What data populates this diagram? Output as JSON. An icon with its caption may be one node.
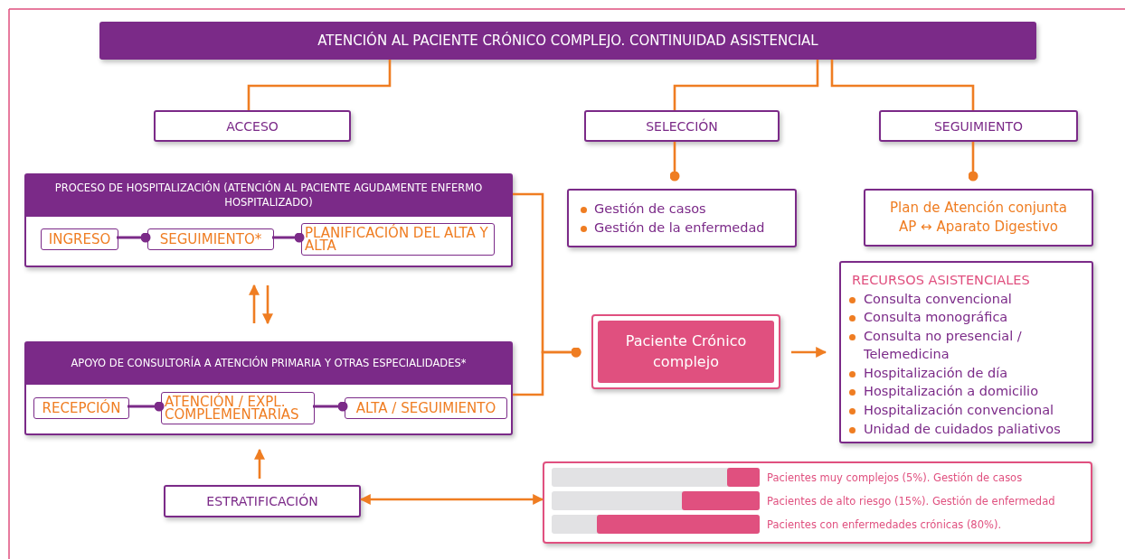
{
  "diagram": {
    "nodes": [
      {
        "text": [
          "ATENCIÓN AL PACIENTE CRÓNICO COMPLEJO. CONTINUIDAD ASISTENCIAL"
        ]
      },
      {
        "text": [
          "ACCESO"
        ]
      },
      {
        "text": [
          "SELECCIÓN"
        ]
      },
      {
        "text": [
          "SEGUIMIENTO"
        ]
      },
      {
        "text": [
          "PROCESO DE HOSPITALIZACIÓN (ATENCIÓN AL PACIENTE AGUDAMENTE ENFERMO HOSPITALIZADO)"
        ]
      },
      {
        "text": [
          "INGRESO"
        ],
        "in": 4
      },
      {
        "text": [
          "SEGUIMIENTO*"
        ],
        "in": 4
      },
      {
        "text": [
          "PLANIFICACIÓN DEL ALTA Y ALTA"
        ],
        "in": 4
      },
      {
        "text": [
          "APOYO DE CONSULTORÍA A ATENCIÓN PRIMARIA Y OTRAS ESPECIALIDADES*"
        ]
      },
      {
        "text": [
          "RECEPCIÓN"
        ],
        "in": 8
      },
      {
        "text": [
          "ATENCIÓN / EXPL. COMPLEMENTARIAS"
        ],
        "in": 8
      },
      {
        "text": [
          "ALTA / SEGUIMIENTO"
        ],
        "in": 8
      },
      {
        "text": [
          "Gestión de casos",
          "Gestión de la enfermedad"
        ]
      },
      {
        "text": [
          "Plan de Atención conjunta AP ↔ Aparato Digestivo"
        ]
      },
      {
        "text": [
          "Paciente Crónico complejo"
        ]
      },
      {
        "text": [
          "RECURSOS ASISTENCIALES",
          "Consulta convencional",
          "Consulta monográfica",
          "Consulta no presencial / Telemedicina",
          "Hospitalización de día",
          "Hospitalización a domicilio",
          "Hospitalización convencional",
          "Unidad de cuidados paliativos"
        ]
      },
      {
        "text": [
          "ESTRATIFICACIÓN"
        ]
      },
      {
        "text": [
          "Pacientes muy complejos (5%). Gestión de casos",
          "Pacientes de alto riesgo (15%). Gestión de enfermedad",
          "Pacientes con enfermedades crónicas (80%)."
        ]
      }
    ],
    "edges": [
      {
        "from": 0,
        "to": 1,
        "arrow": "none"
      },
      {
        "from": 0,
        "to": 2,
        "arrow": "none"
      },
      {
        "from": 0,
        "to": 3,
        "arrow": "none"
      },
      {
        "from": 2,
        "to": 12,
        "arrow": "other"
      },
      {
        "from": 3,
        "to": 13,
        "arrow": "other"
      },
      {
        "from": 5,
        "to": 6,
        "arrow": "other",
        "color": "#7b2a88"
      },
      {
        "from": 6,
        "to": 7,
        "arrow": "other",
        "color": "#7b2a88"
      },
      {
        "from": 9,
        "to": 10,
        "arrow": "other",
        "color": "#7b2a88"
      },
      {
        "from": 10,
        "to": 11,
        "arrow": "other",
        "color": "#7b2a88"
      },
      {
        "from": 8,
        "to": 4,
        "arrow": "to"
      },
      {
        "from": 4,
        "to": 8,
        "arrow": "to"
      },
      {
        "from": 16,
        "to": 8,
        "arrow": "to"
      },
      {
        "from": 4,
        "to": 14,
        "arrow": "other"
      },
      {
        "from": 8,
        "to": 14,
        "arrow": "other"
      },
      {
        "from": 14,
        "to": 15,
        "arrow": "to"
      },
      {
        "from": 16,
        "to": 17,
        "arrow": "both"
      }
    ]
  }
}
